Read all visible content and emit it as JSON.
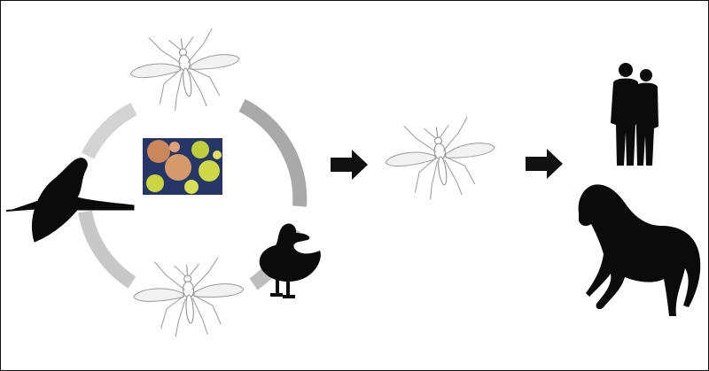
{
  "diagram": {
    "kind": "transmission-cycle",
    "cycle": {
      "nodes": [
        {
          "role": "vector",
          "icon": "mosquito-icon"
        },
        {
          "role": "host",
          "icon": "duck-icon"
        },
        {
          "role": "vector",
          "icon": "mosquito-icon"
        },
        {
          "role": "host",
          "icon": "heron-icon"
        }
      ],
      "center": {
        "icon": "virus-micrograph-icon"
      }
    },
    "spillover": {
      "bridge": {
        "icon": "mosquito-icon"
      },
      "dead_end_hosts": [
        {
          "icon": "humans-icon"
        },
        {
          "icon": "horse-icon"
        }
      ]
    },
    "colors": {
      "ring": "#c8c8c8",
      "ring_dark": "#a9a9a9",
      "silhouette": "#0b0b0b",
      "mosquito": "#9a9a9a",
      "arrow": "#111111",
      "border": "#111111"
    }
  }
}
